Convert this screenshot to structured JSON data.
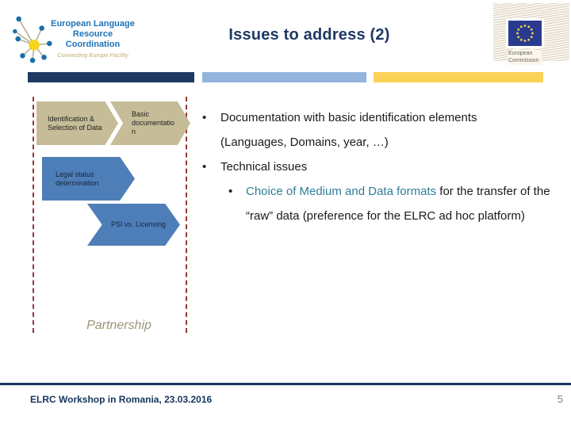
{
  "slide": {
    "title": "Issues to address (2)",
    "footer_text": "ELRC Workshop in Romania, 23.03.2016",
    "page_number": "5"
  },
  "header": {
    "elrc_logo": {
      "name_line1": "European Language",
      "name_line2": "Resource Coordination",
      "tagline": "Connecting Europe Facility"
    },
    "ec_logo": {
      "caption_line1": "European",
      "caption_line2": "Commission"
    }
  },
  "accent_bars": [
    {
      "name": "dark-blue",
      "color": "#1f3a62"
    },
    {
      "name": "light-blue",
      "color": "#92b4dd"
    },
    {
      "name": "yellow",
      "color": "#fcd157"
    }
  ],
  "process_diagram": {
    "steps": [
      {
        "label": "Identification & Selection of Data",
        "color": "#c6bd98"
      },
      {
        "label": "Basic documentation",
        "color": "#c6bd98"
      },
      {
        "label": "Legal status determination",
        "color": "#4e7eb8"
      },
      {
        "label": "PSI vs. Licensing",
        "color": "#4e7eb8"
      }
    ],
    "caption": "Partnership",
    "guide_color": "#953735"
  },
  "bullets": {
    "bullet_char": "•",
    "item1": "Documentation with basic identification elements",
    "item1_continuation": "(Languages, Domains, year, …)",
    "item2": "Technical issues",
    "sub1_highlight": "Choice of Medium and Data formats",
    "sub1_rest": " for the transfer of the “raw” data (preference for the ELRC ad hoc platform)"
  },
  "colors": {
    "title": "#1f3864",
    "highlight_text": "#2e7f98",
    "footer": "#17365d"
  }
}
